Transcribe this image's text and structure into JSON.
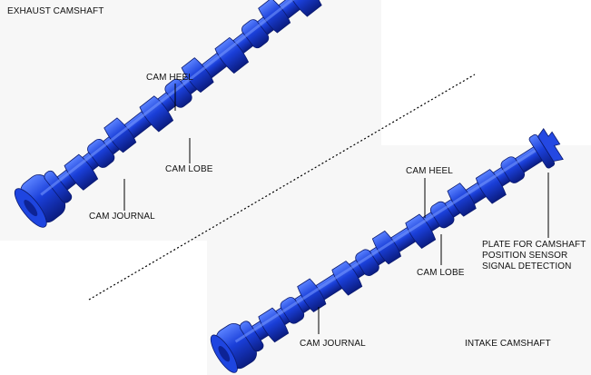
{
  "exhaust": {
    "title": "EXHAUST CAMSHAFT",
    "cam_heel": "CAM HEEL",
    "cam_lobe": "CAM LOBE",
    "cam_journal": "CAM JOURNAL"
  },
  "intake": {
    "title": "INTAKE CAMSHAFT",
    "cam_heel": "CAM HEEL",
    "cam_lobe": "CAM LOBE",
    "cam_journal": "CAM JOURNAL",
    "plate_line1": "PLATE FOR CAMSHAFT",
    "plate_line2": "POSITION SENSOR",
    "plate_line3": "SIGNAL DETECTION"
  },
  "colors": {
    "shaft": "#1a3fd9",
    "shaft_dark": "#0c1f8a",
    "shaft_light": "#4f78ff",
    "line": "#000000"
  }
}
